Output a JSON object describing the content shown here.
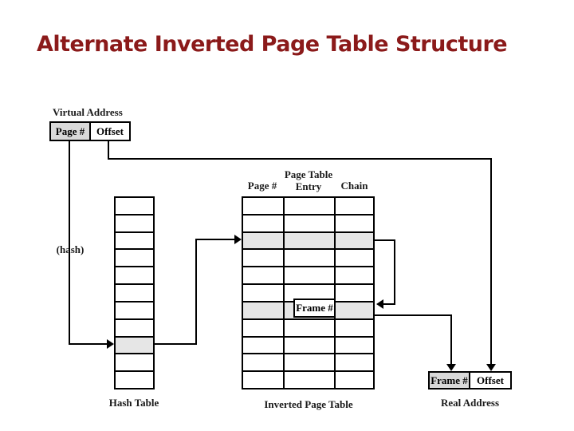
{
  "title": "Alternate Inverted Page Table Structure",
  "virtual_address": {
    "label": "Virtual Address",
    "fields": [
      {
        "label": "Page #",
        "shaded": true
      },
      {
        "label": "Offset",
        "shaded": false
      }
    ]
  },
  "hash_function_label": "(hash)",
  "hash_table": {
    "label": "Hash Table",
    "num_rows": 11,
    "highlighted_row": 8
  },
  "inverted_page_table": {
    "label": "Inverted Page Table",
    "headers": {
      "col1": "Page #",
      "col2_line1": "Page Table",
      "col2_line2": "Entry",
      "col3": "Chain"
    },
    "num_rows": 11,
    "highlighted_rows": [
      2,
      6
    ],
    "frame_pointer_label": "Frame #"
  },
  "real_address": {
    "label": "Real Address",
    "fields": [
      {
        "label": "Frame #",
        "shaded": true
      },
      {
        "label": "Offset",
        "shaded": false
      }
    ]
  },
  "colors": {
    "title_text": "#8b1a1a",
    "row_highlight": "#e6e6e6",
    "cell_shade": "#d9d9d9",
    "line": "#000000",
    "background": "#ffffff"
  }
}
